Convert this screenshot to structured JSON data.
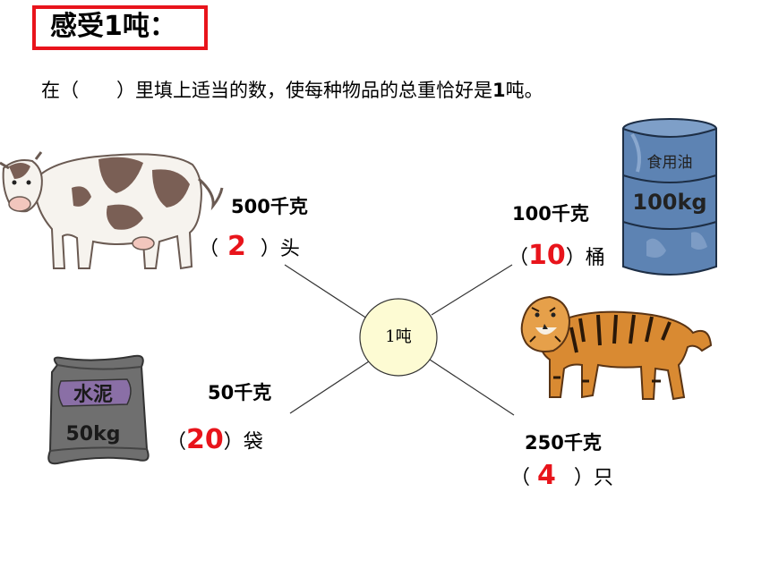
{
  "title": "感受1吨：",
  "instruction": {
    "before": "在（　　）里填上适当的数，使每种物品的总重恰好是",
    "bold": "1",
    "after": "吨。"
  },
  "center": {
    "label": "1吨",
    "fill": "#fdfbd3"
  },
  "items": [
    {
      "id": "cow",
      "weight": "500千克",
      "open": "（",
      "answer": "2",
      "close": "）",
      "unit": "头"
    },
    {
      "id": "oil",
      "weight": "100千克",
      "open": "（",
      "answer": "10",
      "close": "）",
      "unit": "桶",
      "barrel_label": "食用油",
      "barrel_weight": "100kg"
    },
    {
      "id": "cement",
      "weight": "50千克",
      "open": "（",
      "answer": "20",
      "close": "）",
      "unit": "袋",
      "bag_label": "水泥",
      "bag_weight": "50kg"
    },
    {
      "id": "tiger",
      "weight": "250千克",
      "open": "（",
      "answer": "4",
      "close": "）",
      "unit": "只"
    }
  ],
  "colors": {
    "accent": "#e8141b",
    "barrel": "#5d83b3",
    "bag": "#6f6f6f"
  }
}
